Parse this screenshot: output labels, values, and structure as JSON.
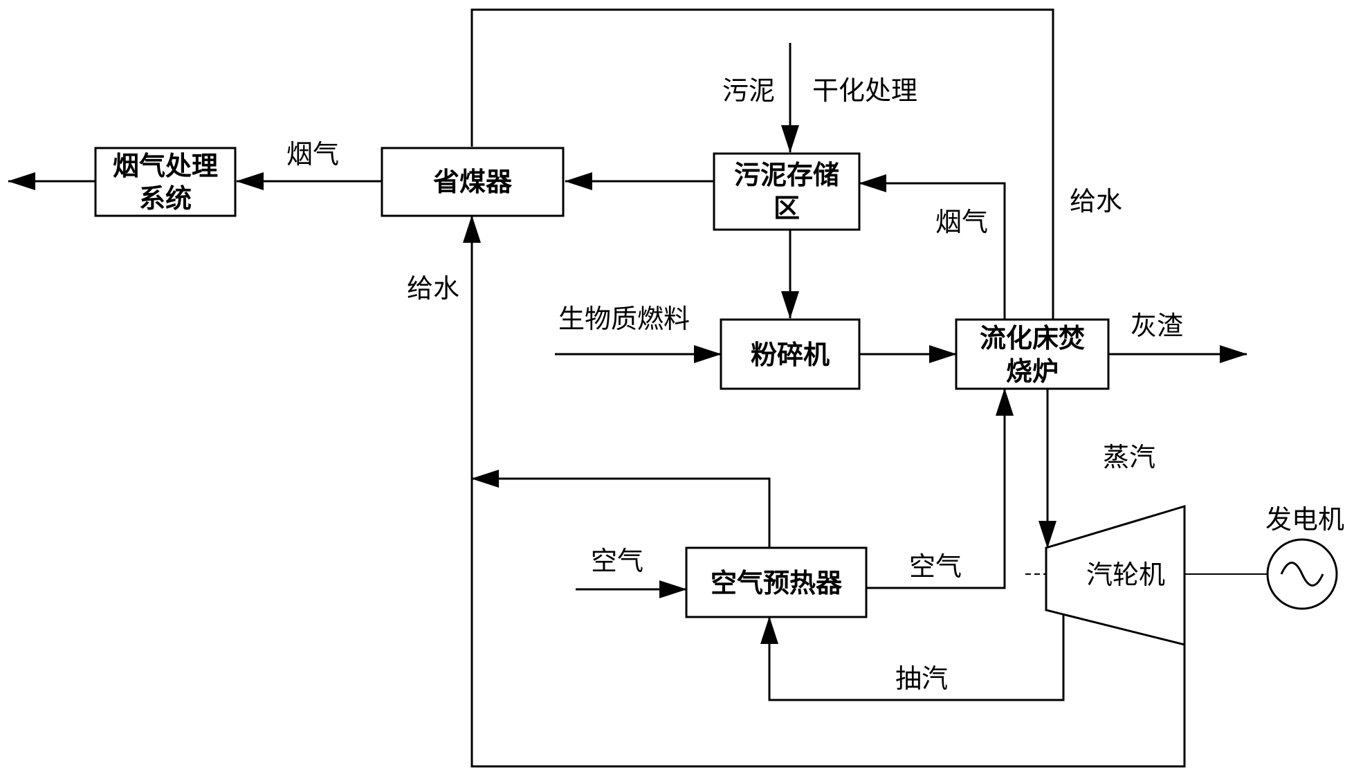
{
  "boxes": {
    "flue_treatment_line1": "烟气处理",
    "flue_treatment_line2": "系统",
    "economizer": "省煤器",
    "sludge_storage_line1": "污泥存储",
    "sludge_storage_line2": "区",
    "crusher": "粉碎机",
    "fluidized_bed_line1": "流化床焚",
    "fluidized_bed_line2": "烧炉",
    "air_preheater": "空气预热器",
    "turbine": "汽轮机",
    "generator": "发电机"
  },
  "labels": {
    "flue_gas_left": "烟气",
    "flue_gas_right": "烟气",
    "sludge": "污泥",
    "drying": "干化处理",
    "feedwater_right": "给水",
    "feedwater_left": "给水",
    "biomass_fuel": "生物质燃料",
    "ash": "灰渣",
    "steam": "蒸汽",
    "air_in": "空气",
    "air_out": "空气",
    "extraction_steam": "抽汽"
  },
  "icons": {
    "generator_symbol": "ac-sine-wave-icon"
  }
}
